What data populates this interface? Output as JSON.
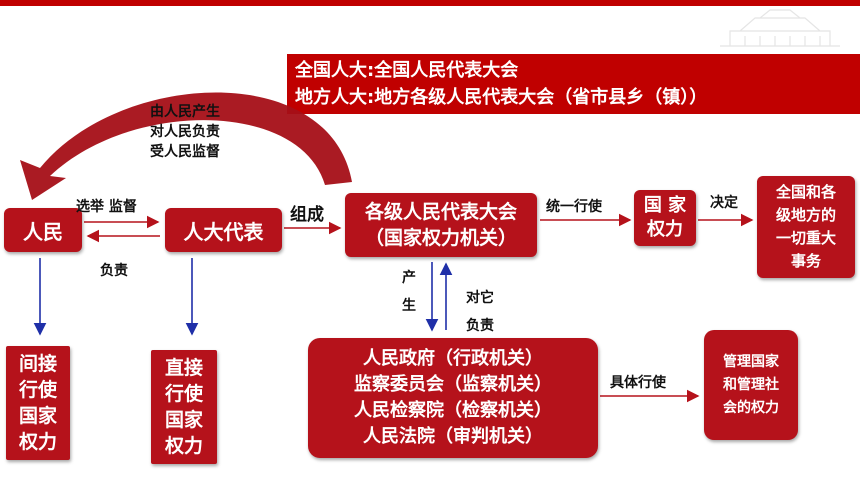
{
  "banner": {
    "line1": "全国人大:全国人民代表大会",
    "line2": "地方人大:地方各级人民代表大会（省市县乡（镇））"
  },
  "curve_labels": {
    "line1": "由人民产生",
    "line2": "对人民负责",
    "line3": "受人民监督"
  },
  "nodes": {
    "people": "人民",
    "npc_deputies": "人大代表",
    "congress_line1": "各级人民代表大会",
    "congress_line2": "（国家权力机关）",
    "state_power_line1": "国 家",
    "state_power_line2": "权力",
    "major_affairs_line1": "全国和各",
    "major_affairs_line2": "级地方的",
    "major_affairs_line3": "一切重大",
    "major_affairs_line4": "事务",
    "indirect_line1": "间接",
    "indirect_line2": "行使",
    "indirect_line3": "国家",
    "indirect_line4": "权力",
    "direct_line1": "直接",
    "direct_line2": "行使",
    "direct_line3": "国家",
    "direct_line4": "权力",
    "organs_line1": "人民政府（行政机关）",
    "organs_line2": "监察委员会（监察机关）",
    "organs_line3": "人民检察院（检察机关）",
    "organs_line4": "人民法院（审判机关）",
    "manage_line1": "管理国家",
    "manage_line2": "和管理社",
    "manage_line3": "会的权力"
  },
  "edge_labels": {
    "elect_supervise": "选举 监督",
    "responsible": "负责",
    "compose": "组成",
    "unified_exercise": "统一行使",
    "decide": "决定",
    "produce_1": "产",
    "produce_2": "生",
    "responsible_to_1": "对它",
    "responsible_to_2": "负责",
    "specific_exercise": "具体行使"
  },
  "colors": {
    "node_red": "#b5121b",
    "banner_red": "#c00000",
    "curve_red": "#a50f17",
    "blue_arrow": "#1f2fa8"
  }
}
